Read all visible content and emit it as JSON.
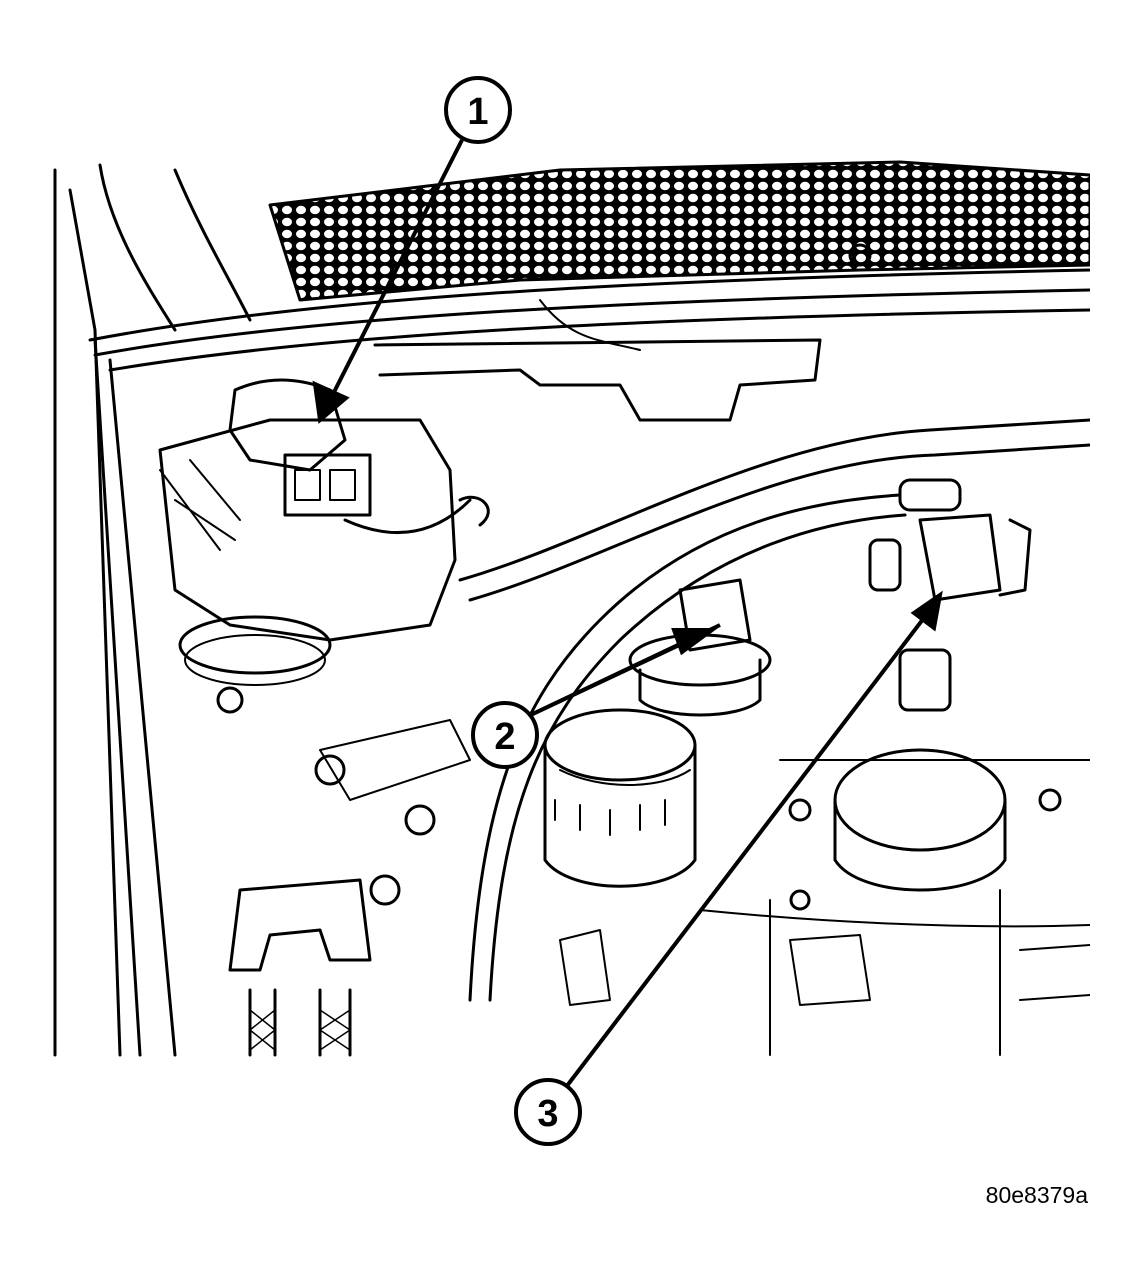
{
  "callouts": [
    {
      "label": "1"
    },
    {
      "label": "2"
    },
    {
      "label": "3"
    }
  ],
  "figure_id": "80e8379a",
  "colors": {
    "ink": "#000000",
    "paper": "#ffffff"
  }
}
